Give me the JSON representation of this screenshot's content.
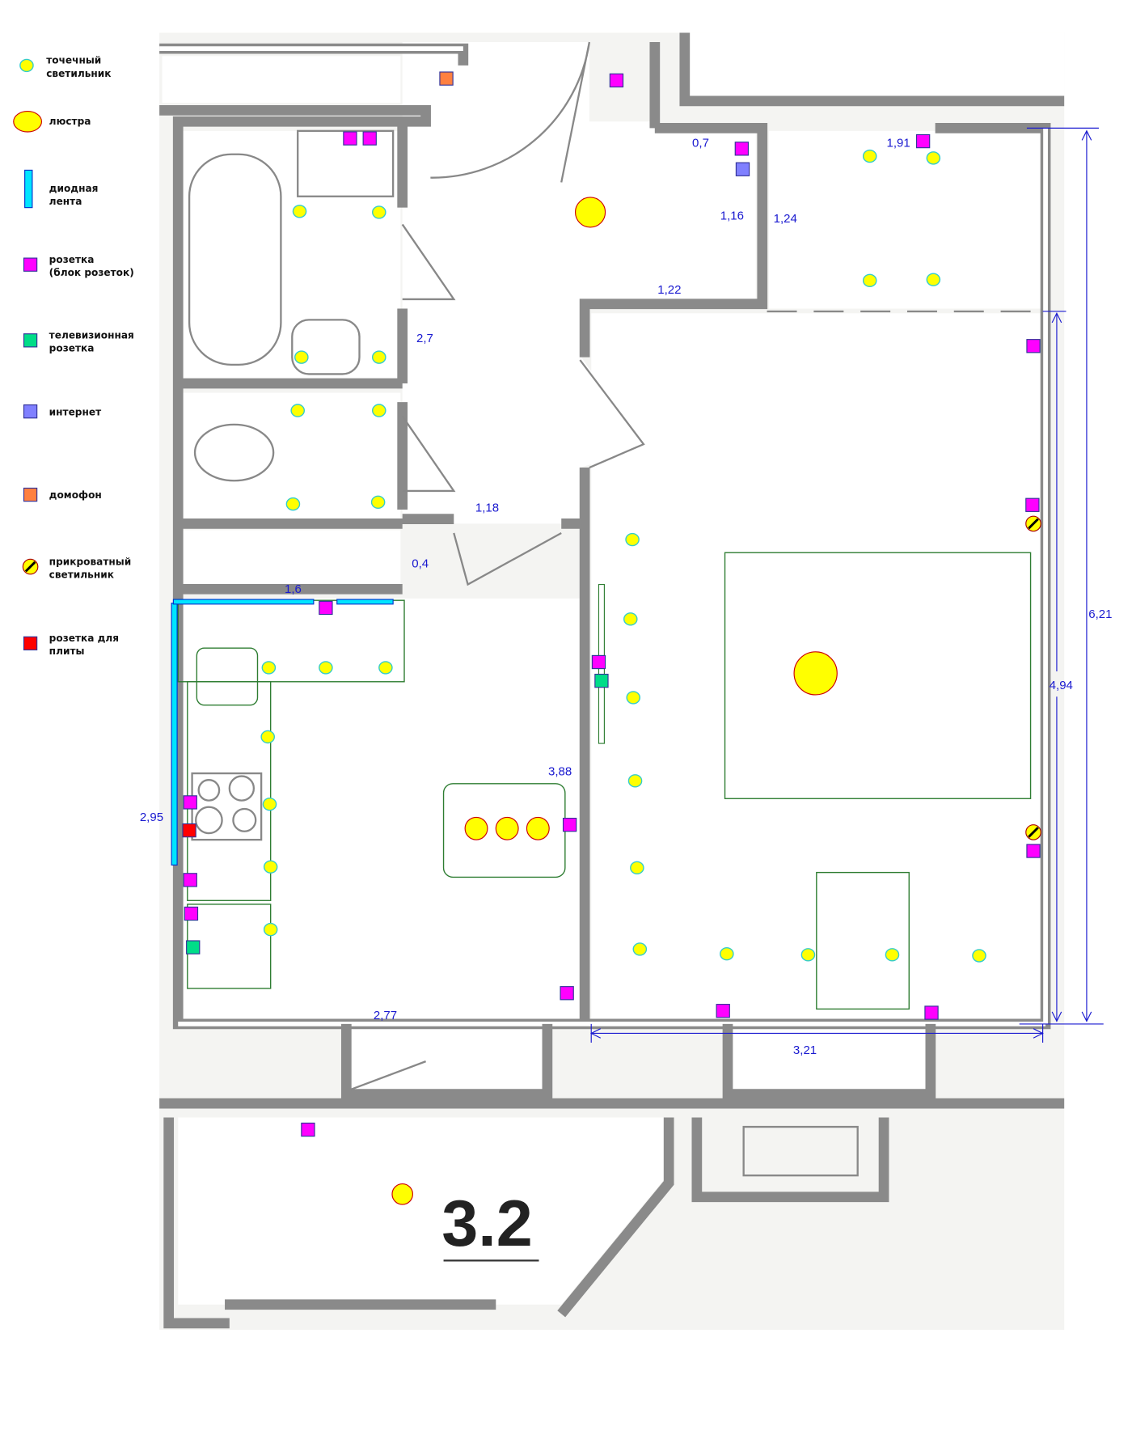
{
  "legend": [
    {
      "key": "spot",
      "label_lines": [
        "точечный",
        "светильник"
      ]
    },
    {
      "key": "chandelier",
      "label_lines": [
        "люстра"
      ]
    },
    {
      "key": "led",
      "label_lines": [
        "диодная",
        "лента"
      ]
    },
    {
      "key": "socket",
      "label_lines": [
        "розетка",
        "  (блок розеток)"
      ]
    },
    {
      "key": "tv",
      "label_lines": [
        "телевизионная",
        "розетка"
      ]
    },
    {
      "key": "internet",
      "label_lines": [
        "интернет"
      ]
    },
    {
      "key": "intercom",
      "label_lines": [
        "домофон"
      ]
    },
    {
      "key": "bedside",
      "label_lines": [
        "прикроватный",
        "светильник"
      ]
    },
    {
      "key": "stove",
      "label_lines": [
        "розетка для",
        "плиты"
      ]
    }
  ],
  "dimensions": {
    "d07": "0,7",
    "d191": "1,91",
    "d116": "1,16",
    "d124": "1,24",
    "d122": "1,22",
    "d27": "2,7",
    "d118": "1,18",
    "d04": "0,4",
    "d16": "1,6",
    "d295": "2,95",
    "d388": "3,88",
    "d277": "2,77",
    "d321": "3,21",
    "d494": "4,94",
    "d621": "6,21"
  },
  "plan_label": "3.2",
  "colors": {
    "spot": "#ffff00",
    "spot_border": "#33cccc",
    "chandelier": "#ffff00",
    "chandelier_border": "#cc0000",
    "led": "#00e5ff",
    "socket": "#ff00ff",
    "tv": "#00dd88",
    "internet": "#8080ff",
    "intercom": "#ff8040",
    "stove": "#ff0000",
    "dimension": "#1a1ad0"
  }
}
